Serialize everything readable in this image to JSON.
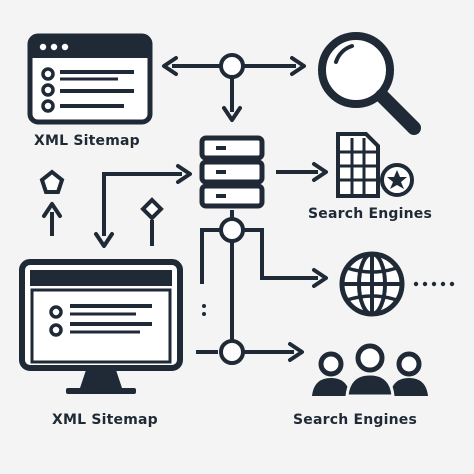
{
  "labels": {
    "top_left": "XML Sitemap",
    "top_right": "Search Engines",
    "bottom_left": "XML Sitemap",
    "bottom_right": "Search Engines"
  },
  "colors": {
    "ink": "#1f2a36",
    "background": "#f3f4f3",
    "fill_light": "#ffffff"
  },
  "icons": [
    "browser-window-icon",
    "magnifier-icon",
    "database-stack-icon",
    "spreadsheet-star-icon",
    "pentagon-node-icon",
    "diamond-node-icon",
    "computer-monitor-icon",
    "globe-icon",
    "users-group-icon"
  ]
}
